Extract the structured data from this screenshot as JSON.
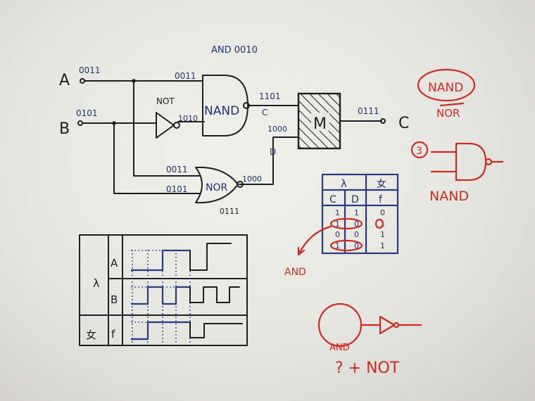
{
  "circuit": {
    "header_note": "AND 0010",
    "input_a": {
      "label": "A",
      "bits": "0011"
    },
    "input_b": {
      "label": "B",
      "bits": "0101"
    },
    "not_gate": {
      "label": "NOT",
      "out_bits": "1010"
    },
    "nand_gate": {
      "label": "NAND",
      "in_bits": "0011",
      "out_bits": "1101",
      "out_label": "C"
    },
    "nor_gate": {
      "label": "NOR",
      "in_top_bits": "0011",
      "in_bottom_bits": "0101",
      "out_bits": "1000",
      "below_bits": "0111"
    },
    "mux": {
      "label": "M",
      "d_bits": "1000",
      "d_label": "D",
      "out_bits": "0111",
      "out_label": "C"
    }
  },
  "truth_table": {
    "header_left": "λ",
    "header_right": "女",
    "col_c": "C",
    "col_d": "D",
    "col_f": "f",
    "rows": [
      {
        "c": "1",
        "d": "1",
        "f": "0"
      },
      {
        "c": "1",
        "d": "0",
        "f": "1"
      },
      {
        "c": "0",
        "d": "0",
        "f": "1"
      },
      {
        "c": "1",
        "d": "0",
        "f": "1"
      }
    ],
    "annotation": "AND"
  },
  "timing_diagram": {
    "group_left": "λ",
    "row_a": "A",
    "row_b": "B",
    "group_out": "女",
    "row_f": "f"
  },
  "red_notes": {
    "circled_word": "NAND",
    "under_word": "NOR",
    "item_number": "3",
    "gate_label": "NAND",
    "bubble_label": "AND",
    "question": "? + NOT"
  },
  "colors": {
    "black_ink": "#1f1f22",
    "blue_ink": "#2b3a86",
    "red_ink": "#cf2b22",
    "board": "#ececE6"
  }
}
